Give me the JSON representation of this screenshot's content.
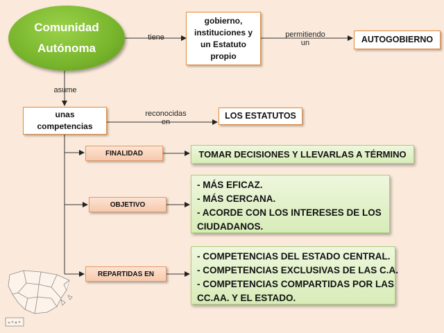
{
  "nodes": {
    "comunidad_line1": "Comunidad",
    "comunidad_line2": "Autónoma",
    "gobierno": "gobierno, instituciones y un Estatuto propio",
    "autogobierno": "AUTOGOBIERNO",
    "competencias": "unas competencias",
    "estatutos": "LOS ESTATUTOS",
    "finalidad": "FINALIDAD",
    "finalidad_text": "TOMAR DECISIONES Y LLEVARLAS A TÉRMINO",
    "objetivo": "OBJETIVO",
    "objetivo_items": [
      "- MÁS EFICAZ.",
      "- MÁS CERCANA.",
      "- ACORDE CON LOS INTERESES DE LOS",
      "CIUDADANOS."
    ],
    "repartidas": "REPARTIDAS EN",
    "repartidas_items": [
      "- COMPETENCIAS DEL ESTADO CENTRAL.",
      "- COMPETENCIAS EXCLUSIVAS DE LAS C.A.",
      "- COMPETENCIAS COMPARTIDAS POR LAS",
      "CC.AA. Y EL ESTADO."
    ]
  },
  "links": {
    "tiene": "tiene",
    "permitiendo_1": "permitiendo",
    "permitiendo_2": "un",
    "asume": "asume",
    "reconocidas_1": "reconocidas",
    "reconocidas_2": "en"
  },
  "colors": {
    "background": "#fbeadb",
    "ellipse": "#78b52c",
    "box_border": "#e58a3c",
    "green_box": "#d8ecb8",
    "pink_box": "#f6c9ad"
  }
}
